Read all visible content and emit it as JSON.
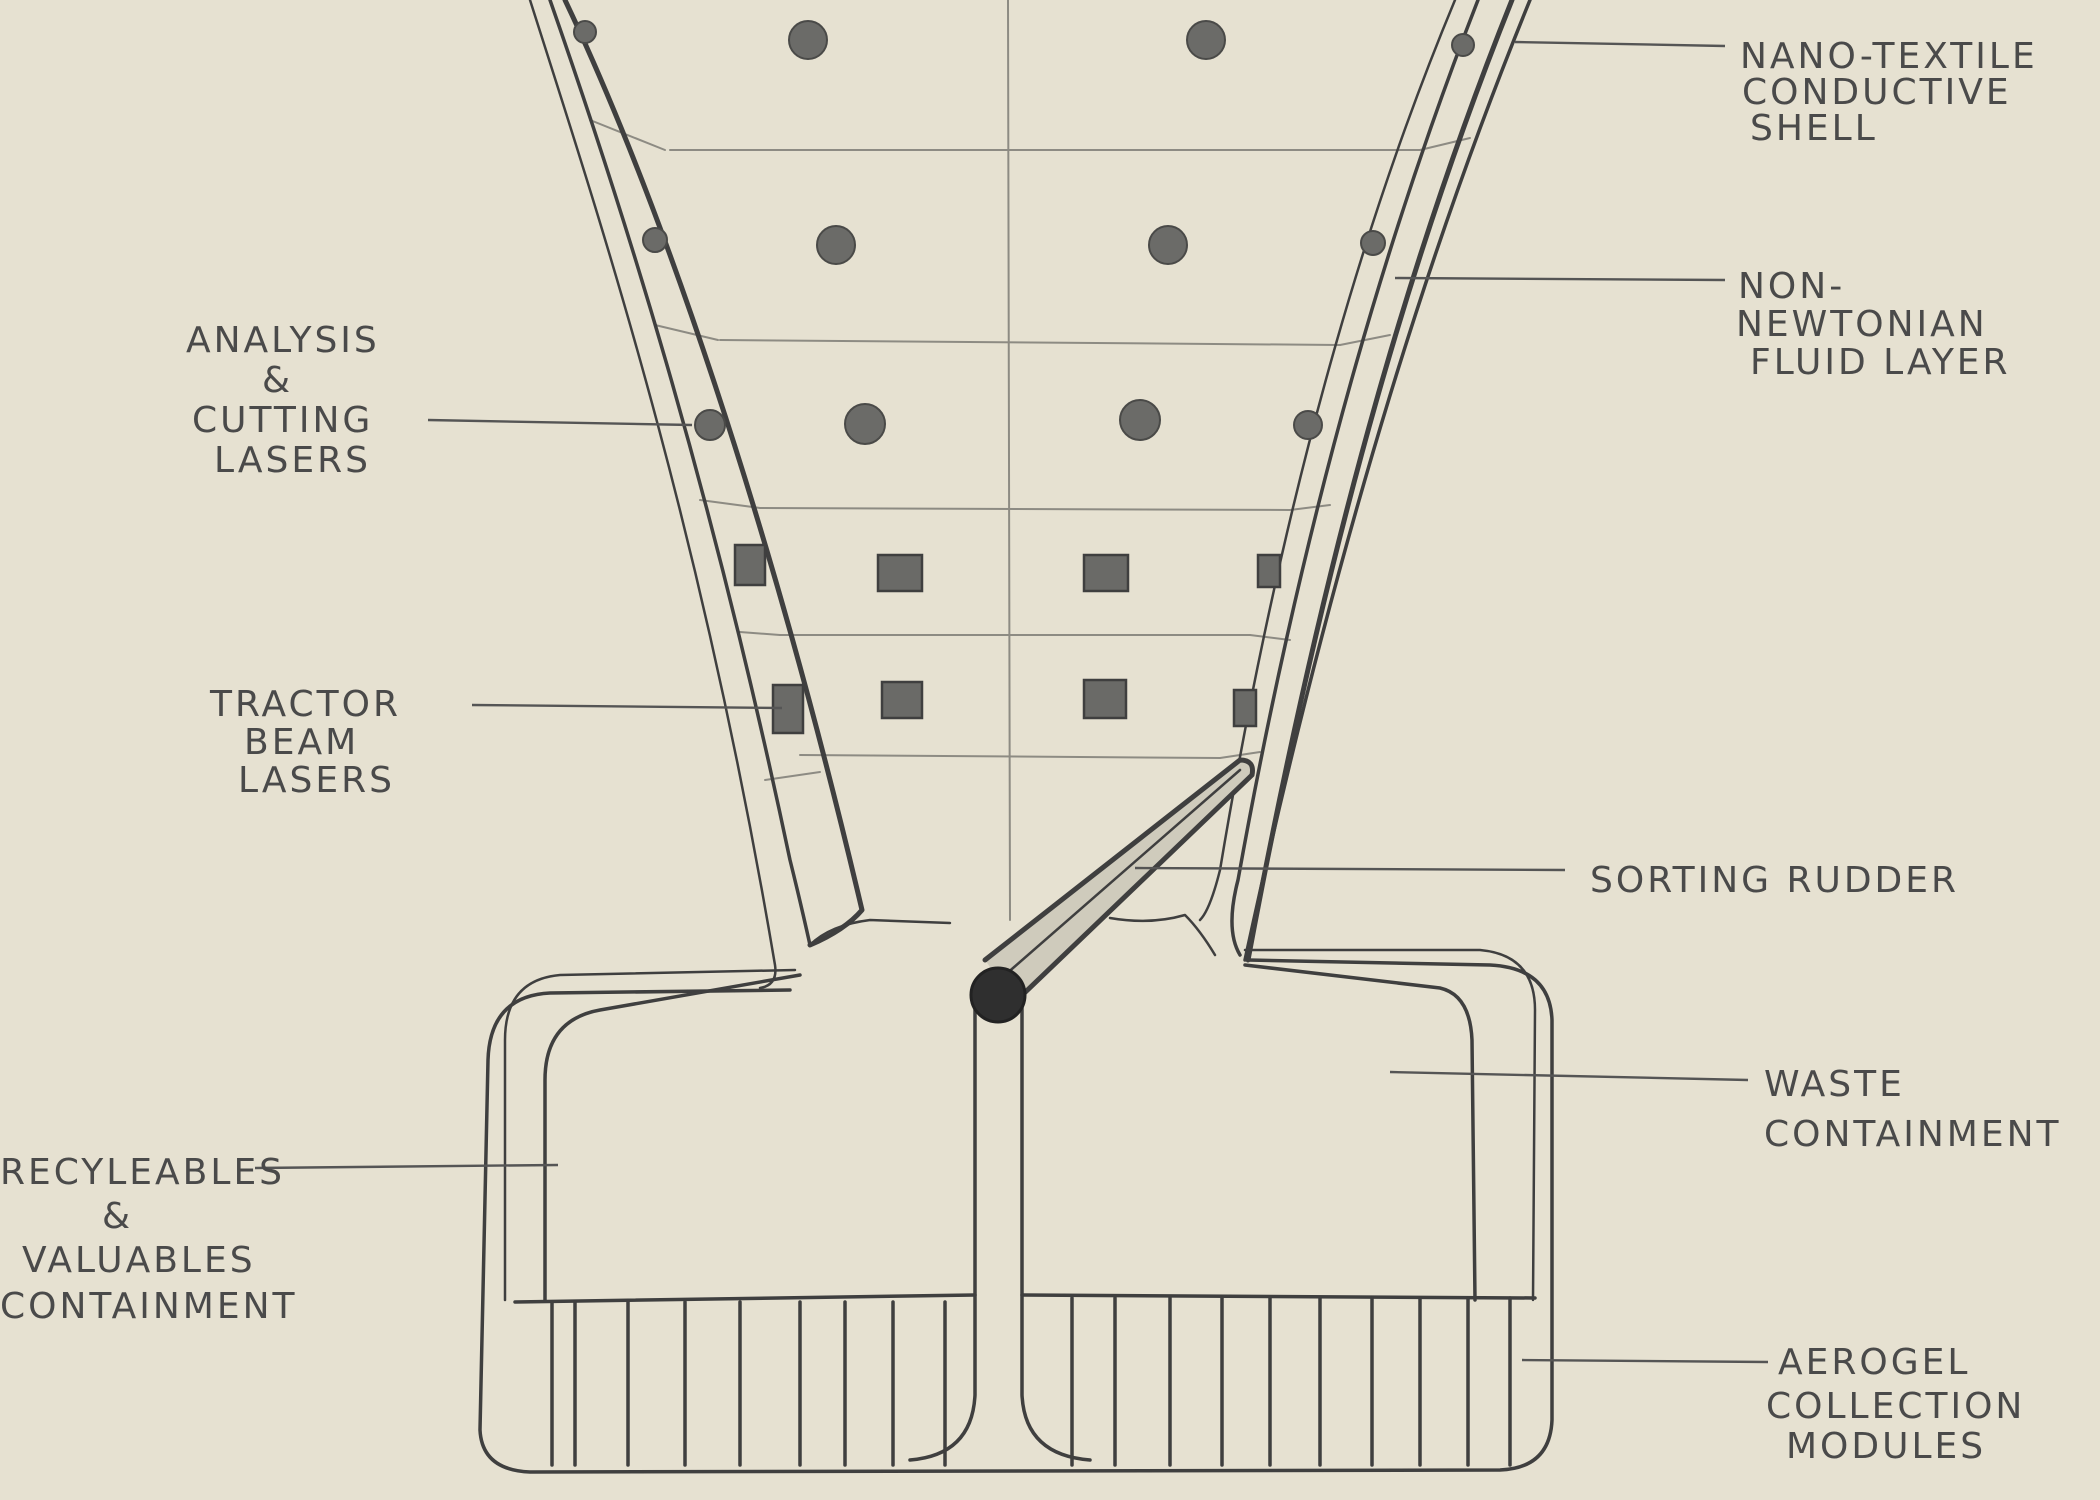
{
  "labels": {
    "nano_textile": [
      "NANO-TEXTILE",
      "CONDUCTIVE",
      "SHELL"
    ],
    "non_newtonian": [
      "NON-",
      "NEWTONIAN",
      "FLUID LAYER"
    ],
    "analysis_lasers": [
      "ANALYSIS",
      "&",
      "CUTTING",
      "LASERS"
    ],
    "tractor_lasers": [
      "TRACTOR",
      "BEAM",
      "LASERS"
    ],
    "sorting_rudder": [
      "SORTING RUDDER"
    ],
    "waste": [
      "WASTE",
      "CONTAINMENT"
    ],
    "recycleables": [
      "RECYLEABLES",
      "&",
      "VALUABLES",
      "CONTAINMENT"
    ],
    "aerogel": [
      "AEROGEL",
      "COLLECTION",
      "MODULES"
    ]
  },
  "colors": {
    "paper": "#e6e1d1",
    "pencil": "#3f3f3f"
  }
}
